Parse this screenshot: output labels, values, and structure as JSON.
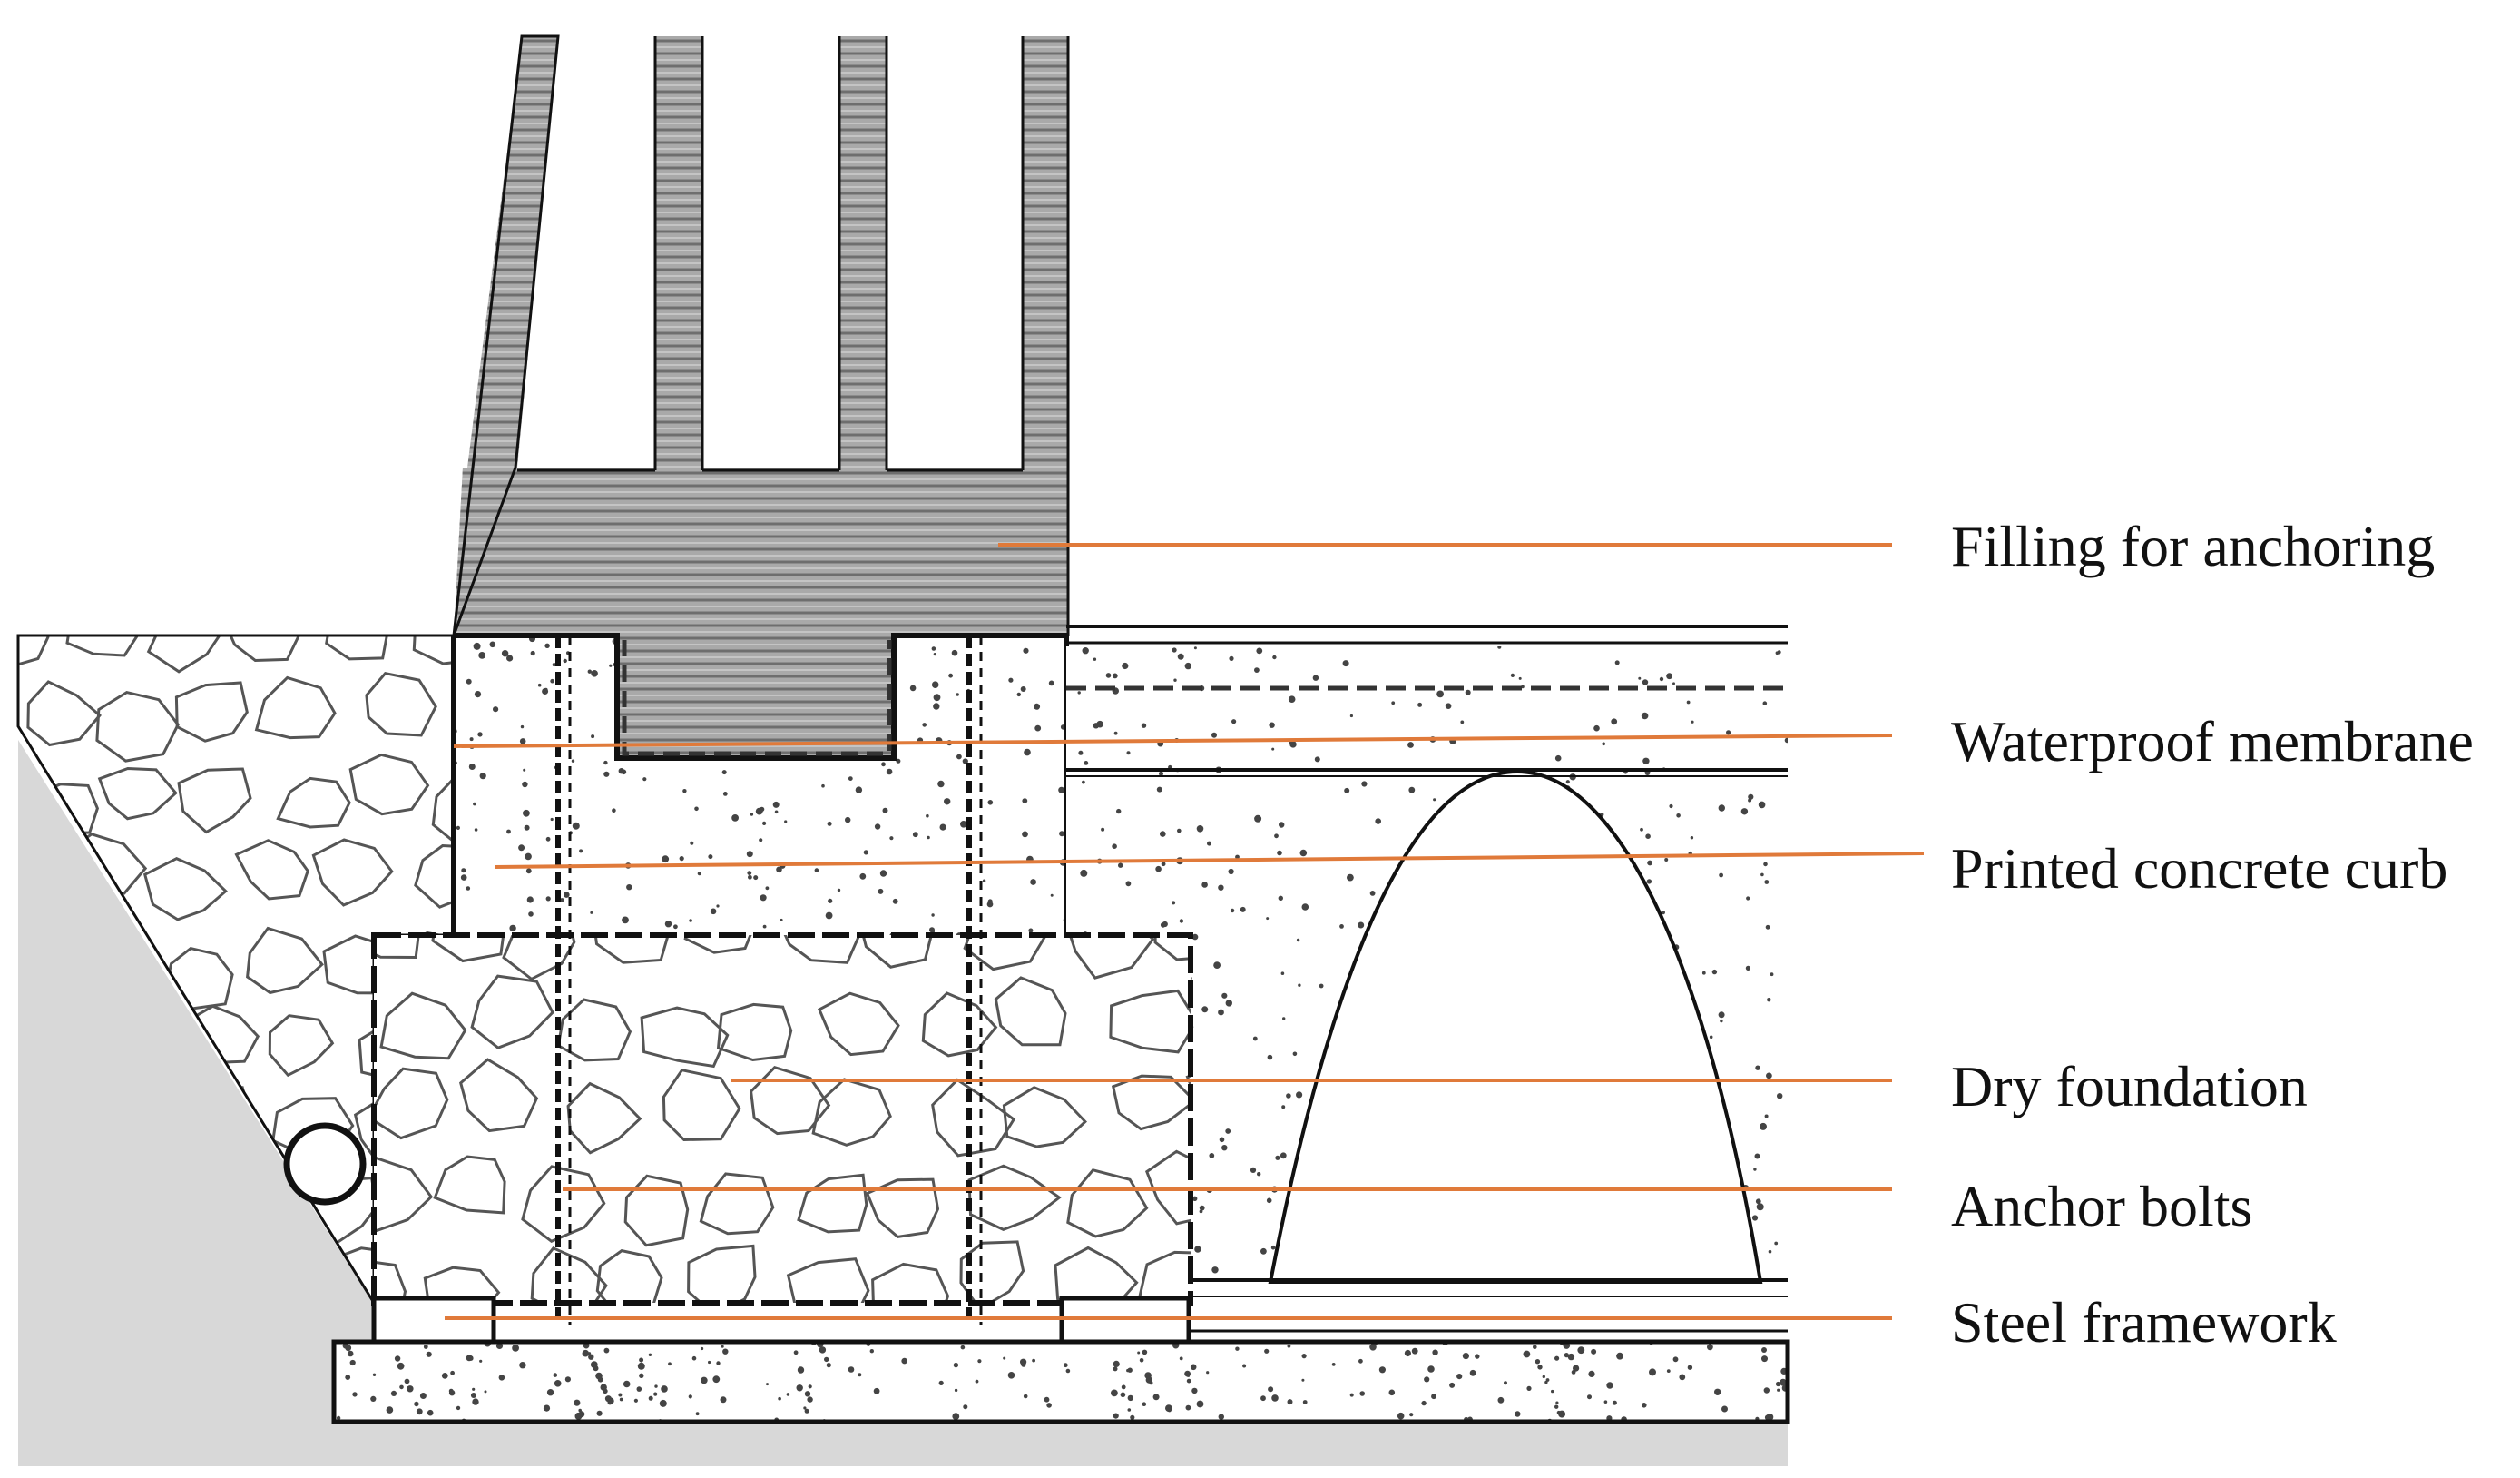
{
  "labels": {
    "filling_for_anchoring": "Filling for anchoring",
    "waterproof_membrane": "Waterproof membrane",
    "printed_concrete_curb": "Printed concrete curb",
    "dry_foundation": "Dry foundation",
    "anchor_bolts": "Anchor bolts",
    "steel_framework": "Steel framework"
  },
  "colors": {
    "leader_line": "#e07a3a",
    "outline": "#111111",
    "hatch_fill": "#a9a9a9",
    "hatch_line": "#6e6e6e",
    "soil_gray": "#d8d8d8",
    "stone_stroke": "#555555",
    "speckle": "#444444",
    "text": "#111111"
  }
}
